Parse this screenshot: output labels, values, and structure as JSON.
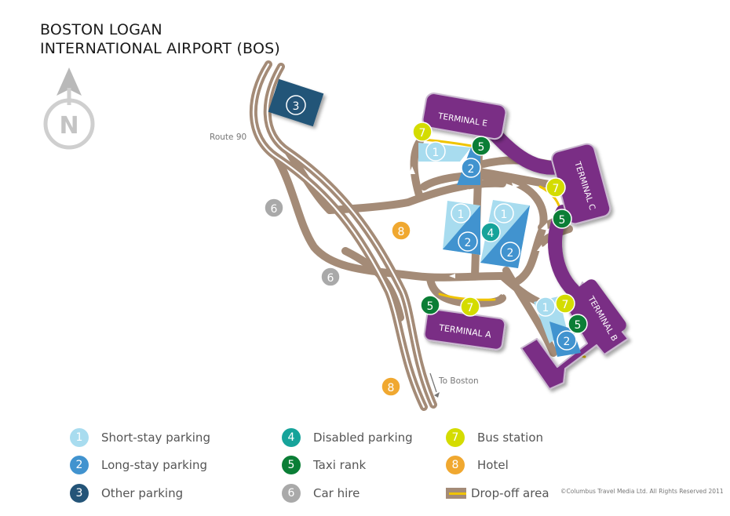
{
  "title": {
    "line1": "BOSTON LOGAN",
    "line2": "INTERNATIONAL AIRPORT (BOS)"
  },
  "compass": {
    "letter": "N"
  },
  "labels": {
    "route": "Route 90",
    "to_boston": "To Boston"
  },
  "terminals": {
    "e": "TERMINAL E",
    "c": "TERMINAL C",
    "a": "TERMINAL A",
    "b": "TERMINAL B"
  },
  "colors": {
    "short_stay": "#a8dcef",
    "long_stay": "#4193cf",
    "other_parking": "#245478",
    "disabled": "#16a39a",
    "taxi": "#0b7e36",
    "car_hire": "#a9a9a9",
    "bus": "#d4dc00",
    "hotel": "#f0a830",
    "terminal": "#7a2f85",
    "road": "#a48b77",
    "dropoff": "#f0c400"
  },
  "markers": {
    "one": "1",
    "two": "2",
    "three": "3",
    "four": "4",
    "five": "5",
    "six": "6",
    "seven": "7",
    "eight": "8"
  },
  "legend": [
    {
      "num": "1",
      "label": "Short-stay parking",
      "color": "#a8dcef"
    },
    {
      "num": "2",
      "label": "Long-stay parking",
      "color": "#4193cf"
    },
    {
      "num": "3",
      "label": "Other parking",
      "color": "#245478"
    },
    {
      "num": "4",
      "label": "Disabled parking",
      "color": "#16a39a"
    },
    {
      "num": "5",
      "label": "Taxi rank",
      "color": "#0b7e36"
    },
    {
      "num": "6",
      "label": "Car hire",
      "color": "#a9a9a9"
    },
    {
      "num": "7",
      "label": "Bus station",
      "color": "#d4dc00"
    },
    {
      "num": "8",
      "label": "Hotel",
      "color": "#f0a830"
    },
    {
      "num": "",
      "label": "Drop-off area",
      "color": "#a48b77"
    }
  ],
  "copyright": "©Columbus Travel Media Ltd. All Rights Reserved 2011"
}
